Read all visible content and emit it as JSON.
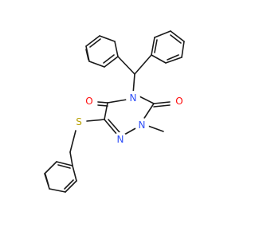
{
  "structure": {
    "atoms": {
      "o1": "O",
      "o2": "O",
      "n1": "N",
      "n2": "N",
      "n3": "N",
      "s1": "S"
    },
    "colors": {
      "bond": "#1a1a1a",
      "oxygen": "#ff0d0d",
      "nitrogen": "#3050f8",
      "sulfur": "#b8a000"
    }
  }
}
